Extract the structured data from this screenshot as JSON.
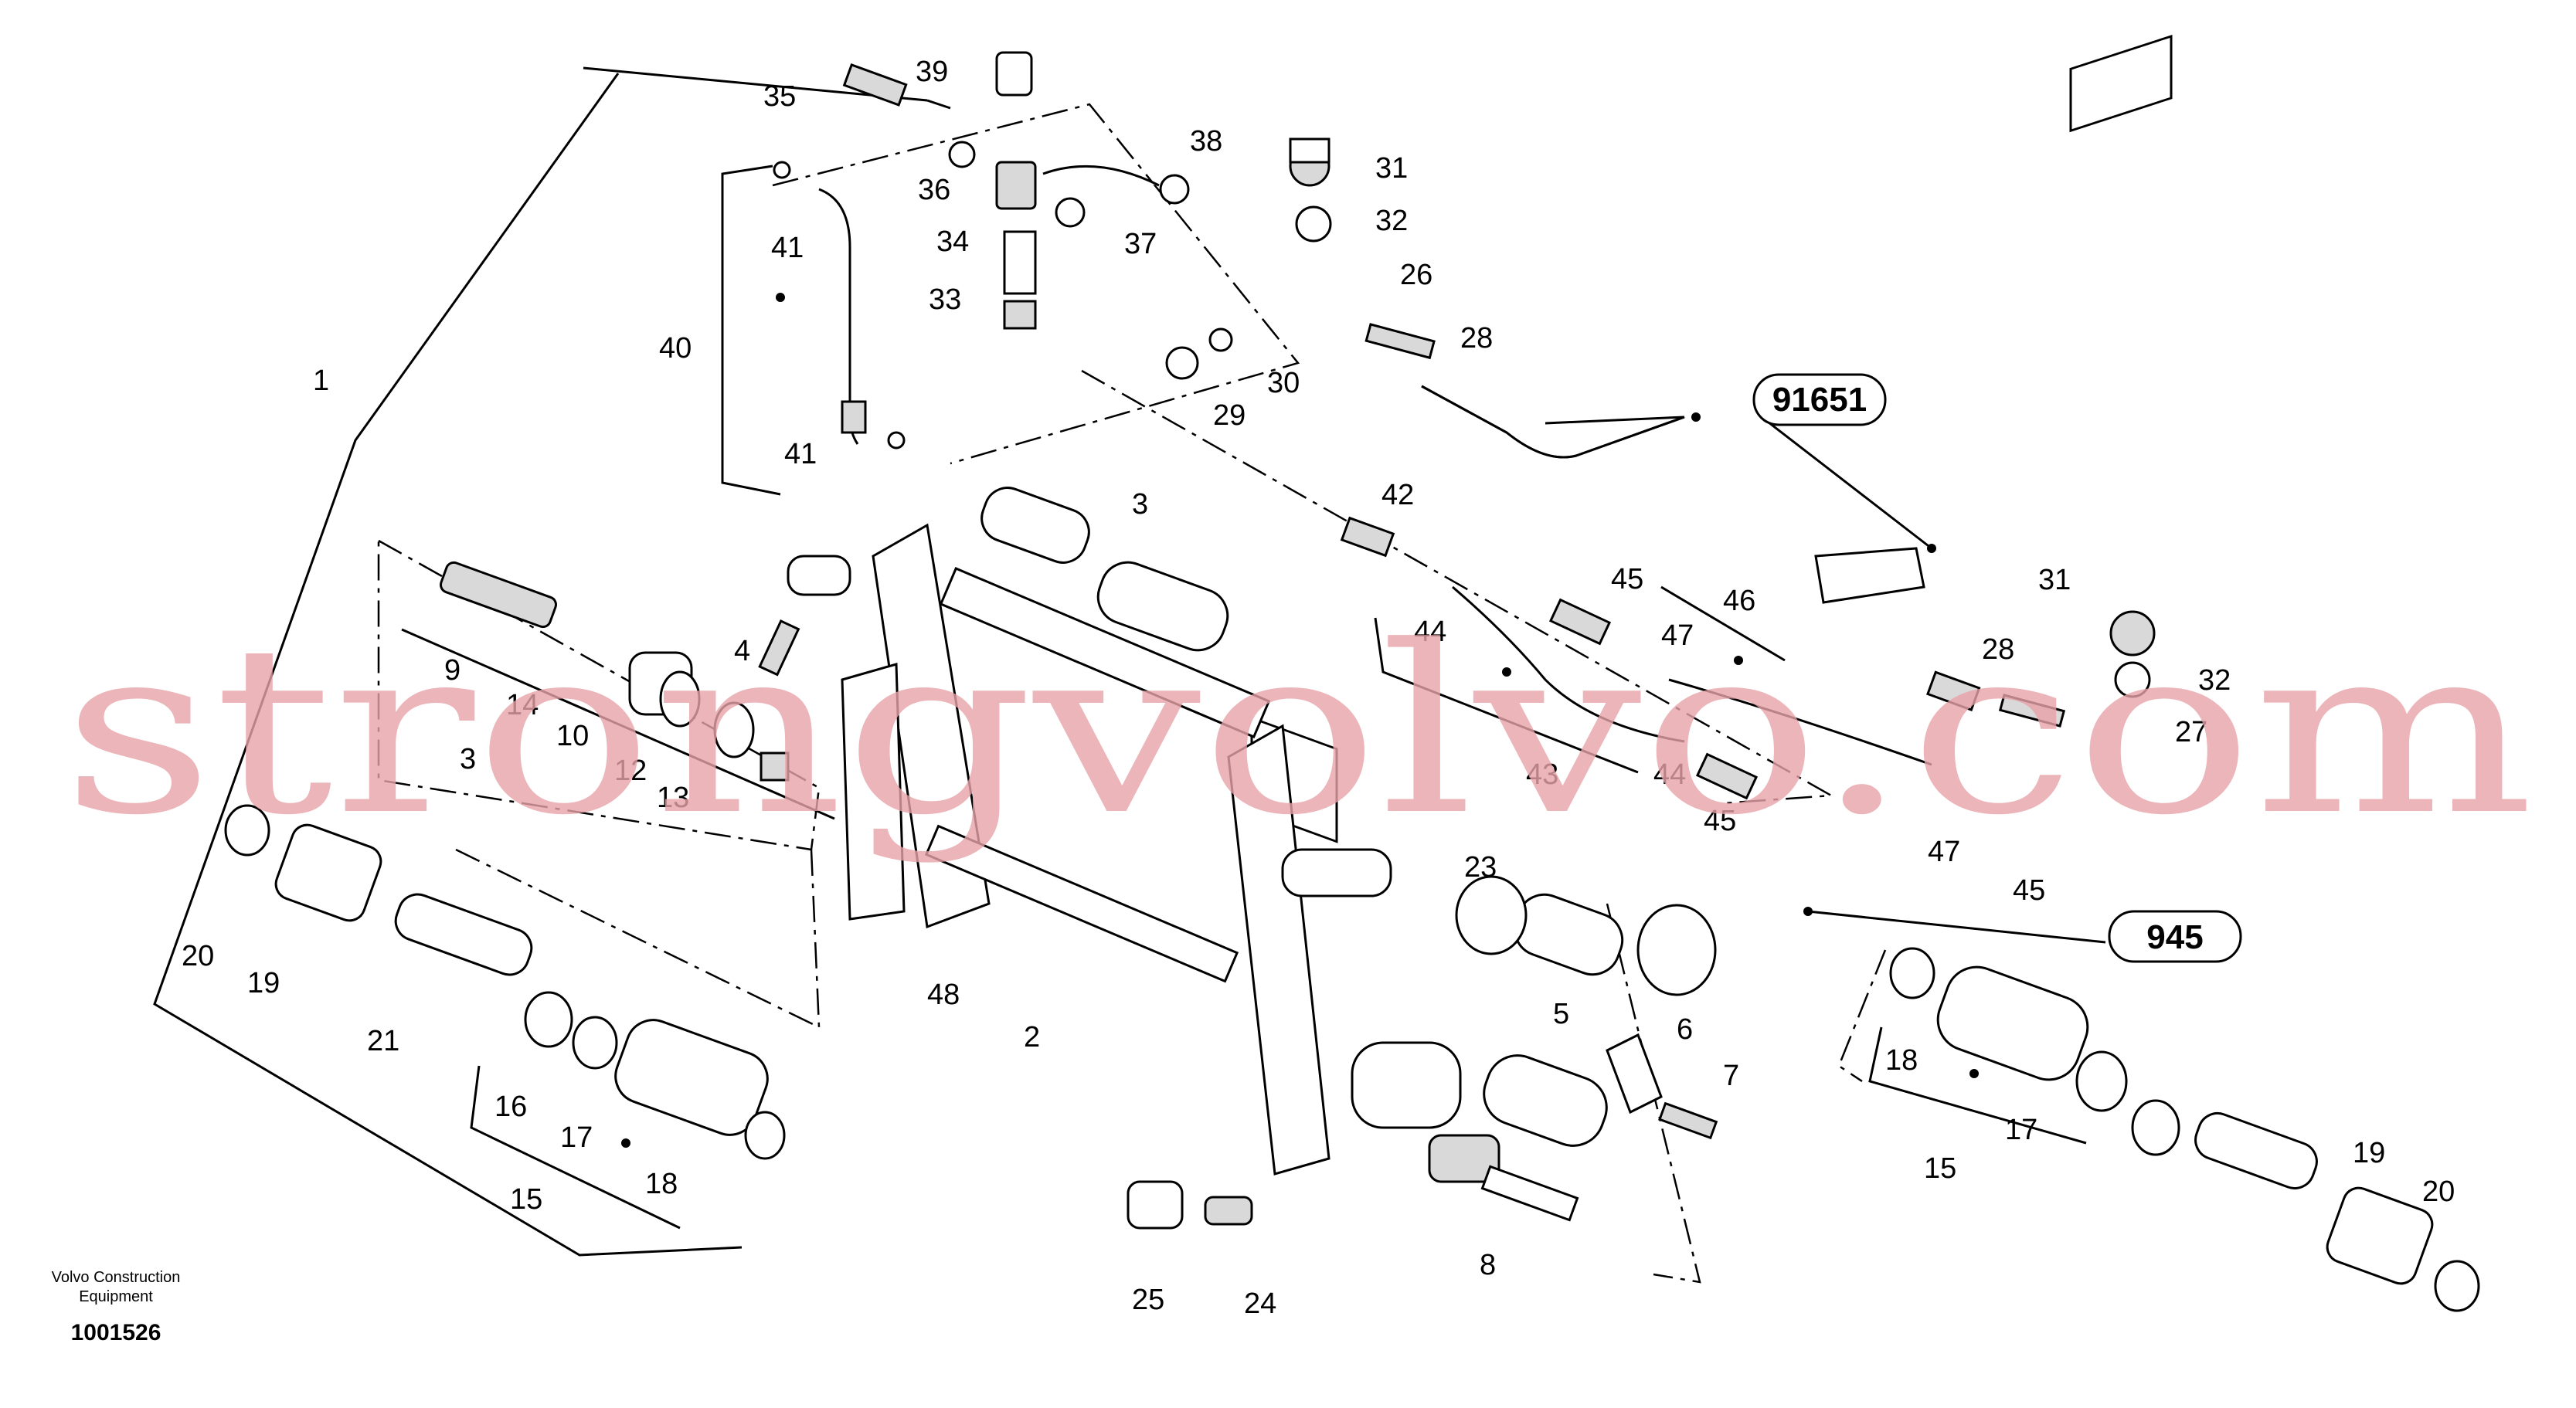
{
  "watermark": "strongvolvo.com",
  "footer": {
    "maker_line1": "Volvo Construction",
    "maker_line2": "Equipment",
    "drawing_number": "1001526"
  },
  "reference_callouts": [
    "91651",
    "945"
  ],
  "part_labels": [
    "1",
    "2",
    "3",
    "3",
    "4",
    "5",
    "6",
    "7",
    "8",
    "9",
    "10",
    "12",
    "13",
    "14",
    "15",
    "15",
    "16",
    "17",
    "17",
    "18",
    "18",
    "19",
    "19",
    "20",
    "20",
    "21",
    "23",
    "24",
    "25",
    "26",
    "27",
    "28",
    "28",
    "29",
    "30",
    "31",
    "31",
    "32",
    "32",
    "33",
    "34",
    "35",
    "36",
    "37",
    "38",
    "39",
    "40",
    "41",
    "41",
    "42",
    "43",
    "44",
    "44",
    "45",
    "45",
    "45",
    "46",
    "47",
    "47",
    "48"
  ]
}
